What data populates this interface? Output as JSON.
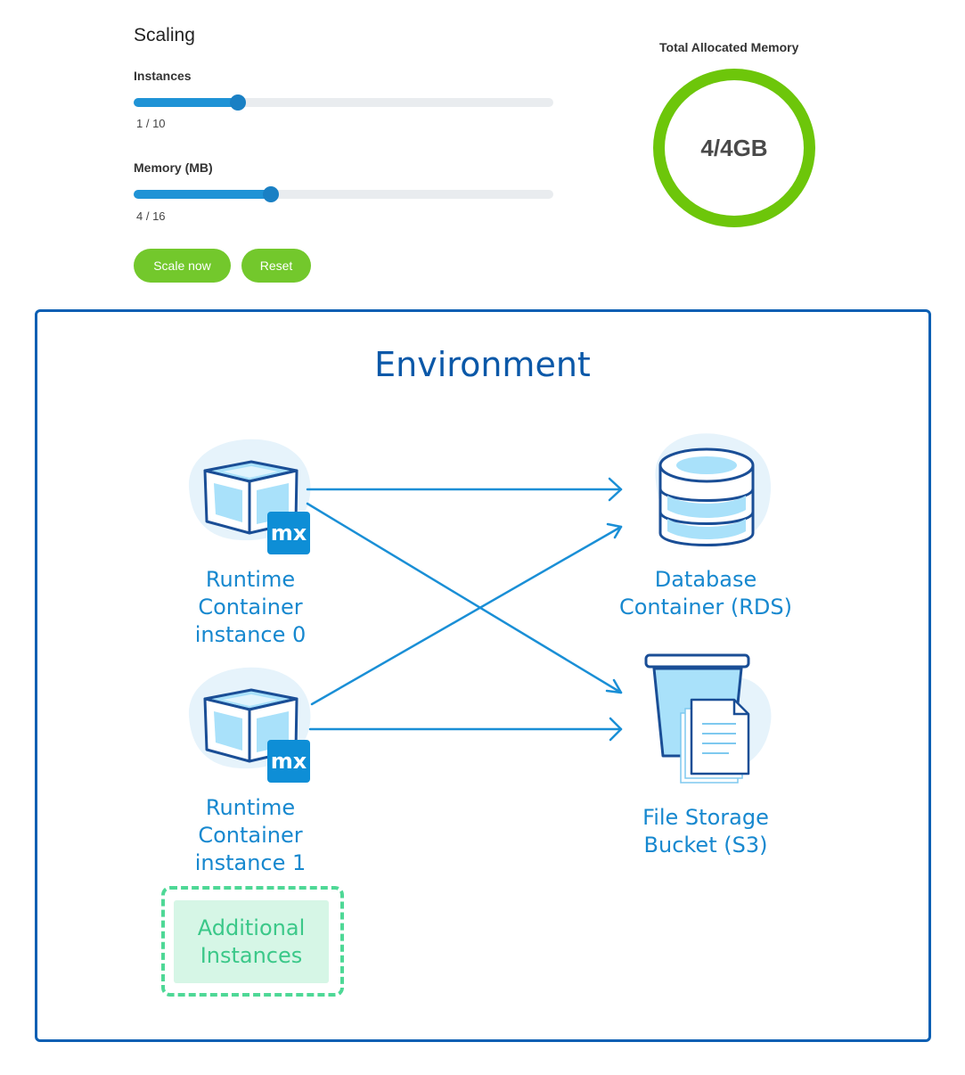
{
  "scaling": {
    "title": "Scaling",
    "instances": {
      "label": "Instances",
      "value_text": "1 / 10",
      "fraction": 0.248
    },
    "memory": {
      "label": "Memory (MB)",
      "value_text": "4 / 16",
      "fraction": 0.327
    },
    "buttons": {
      "scale_now": "Scale now",
      "reset": "Reset"
    }
  },
  "memory_summary": {
    "title": "Total Allocated Memory",
    "value": "4/4GB"
  },
  "environment": {
    "title": "Environment",
    "runtime_0": "Runtime\nContainer\ninstance 0",
    "runtime_1": "Runtime\nContainer\ninstance 1",
    "database": "Database\nContainer (RDS)",
    "storage": "File Storage\nBucket (S3)",
    "additional": "Additional\nInstances",
    "mx_badge": "mx"
  },
  "colors": {
    "accent_green": "#73c82c",
    "ring_green": "#6dc60a",
    "slider_blue": "#1f93d6",
    "env_border": "#0c5fb3",
    "label_blue": "#1788cf",
    "additional_green": "#3bc889"
  },
  "icons": [
    "cube-mx-icon",
    "database-icon",
    "storage-bucket-icon",
    "arrow-icon"
  ]
}
